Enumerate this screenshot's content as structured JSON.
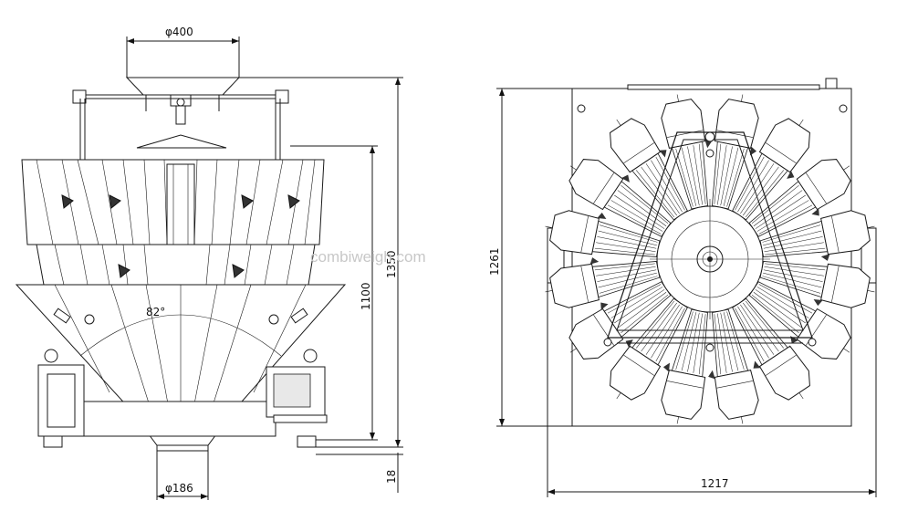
{
  "dimensions": {
    "hopper_diameter": "φ400",
    "outlet_diameter": "φ186",
    "angle": "82°",
    "height_total": "1350",
    "height_body": "1100",
    "foot_height": "18",
    "top_view_height": "1261",
    "top_view_width": "1217"
  },
  "watermark": "combiweigh.com",
  "colors": {
    "line": "#1a1a1a",
    "panel_fill": "#e8e8e8",
    "background": "#ffffff"
  }
}
